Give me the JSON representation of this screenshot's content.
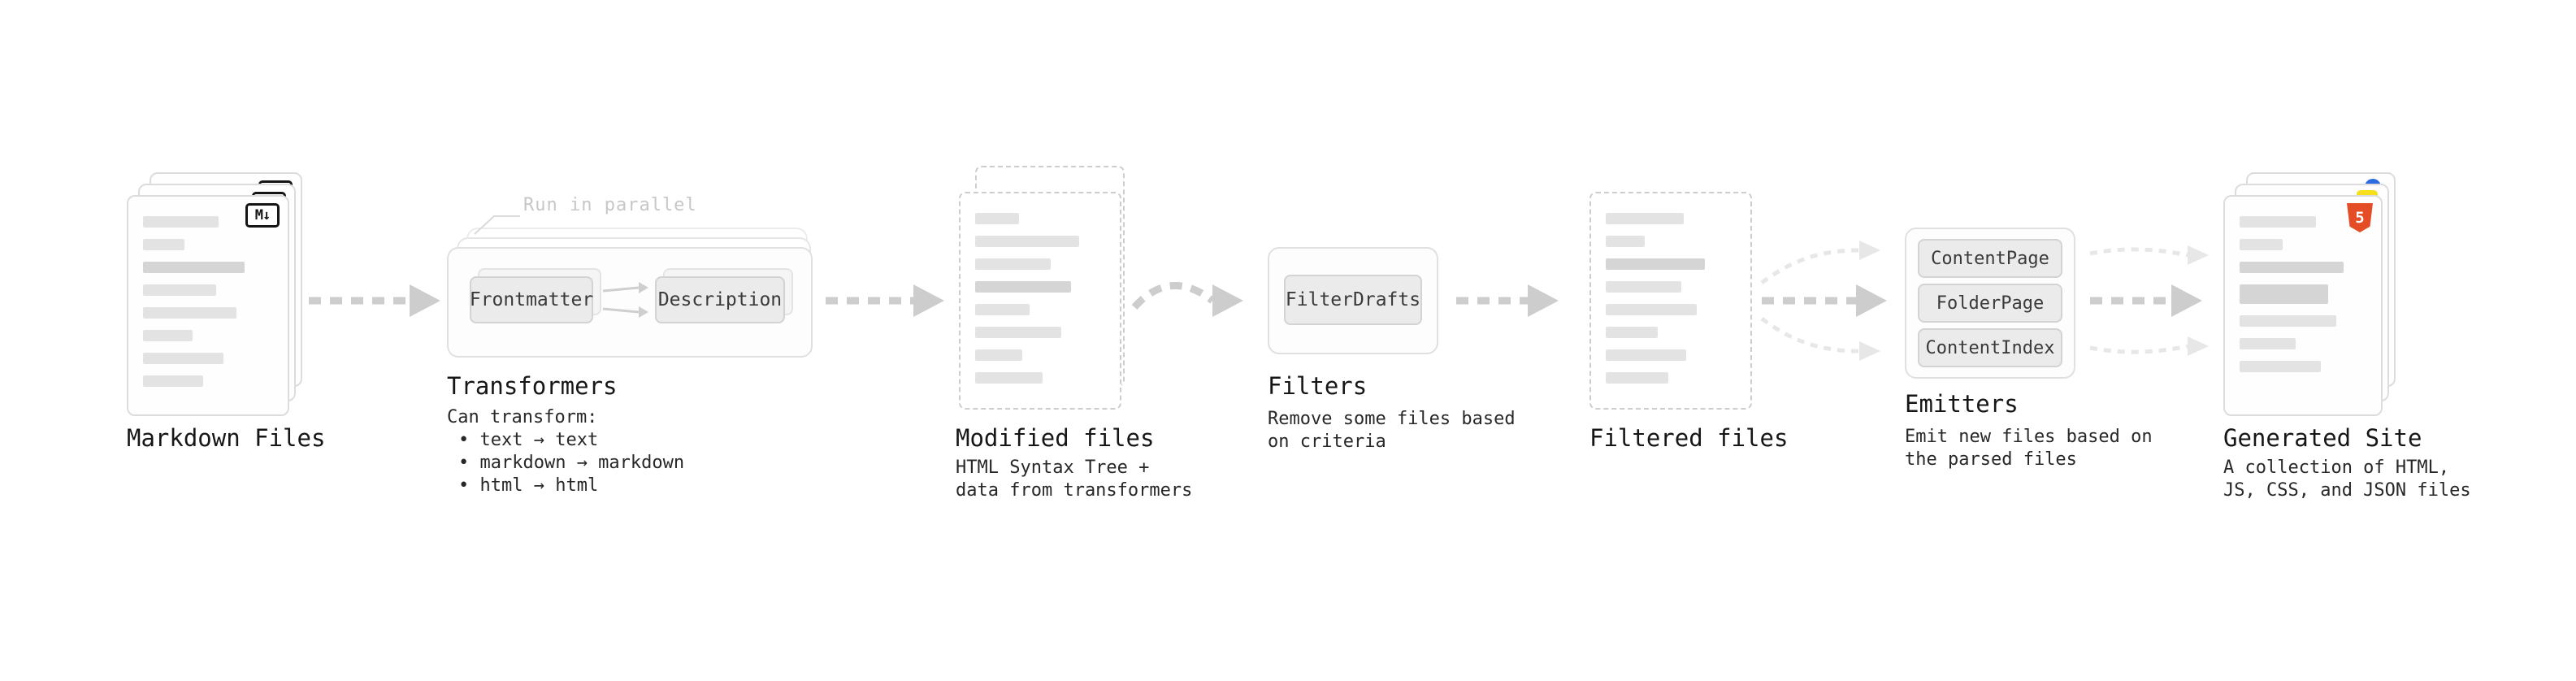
{
  "icons": {
    "markdown": "M↓",
    "html5": "5"
  },
  "colors": {
    "arrow": "#cdcdcd",
    "arrow_light": "#e7e7e7",
    "markdown_badge_border": "#141414",
    "html5_badge": "#e44d26",
    "js_badge": "#f7df1e",
    "css_badge": "#2d6be0",
    "chip_fill": "#ebebeb",
    "bar_fill": "#e3e3e3"
  },
  "nodes": {
    "markdown_files": {
      "label": "Markdown Files"
    },
    "transformers": {
      "label": "Transformers",
      "callout": "Run in parallel",
      "buttons": [
        "Frontmatter",
        "Description"
      ],
      "desc_title": "Can transform:",
      "bullets": [
        "• text → text",
        "• markdown → markdown",
        "• html → html"
      ]
    },
    "modified_files": {
      "label": "Modified files",
      "desc": [
        "HTML Syntax Tree +",
        "data from transformers"
      ]
    },
    "filters": {
      "label": "Filters",
      "buttons": [
        "FilterDrafts"
      ],
      "desc": [
        "Remove some files based",
        "on criteria"
      ]
    },
    "filtered_files": {
      "label": "Filtered files"
    },
    "emitters": {
      "label": "Emitters",
      "buttons": [
        "ContentPage",
        "FolderPage",
        "ContentIndex"
      ],
      "desc": [
        "Emit new files based on",
        "the parsed files"
      ]
    },
    "generated_site": {
      "label": "Generated Site",
      "desc": [
        "A collection of HTML,",
        "JS, CSS, and JSON files"
      ]
    }
  }
}
